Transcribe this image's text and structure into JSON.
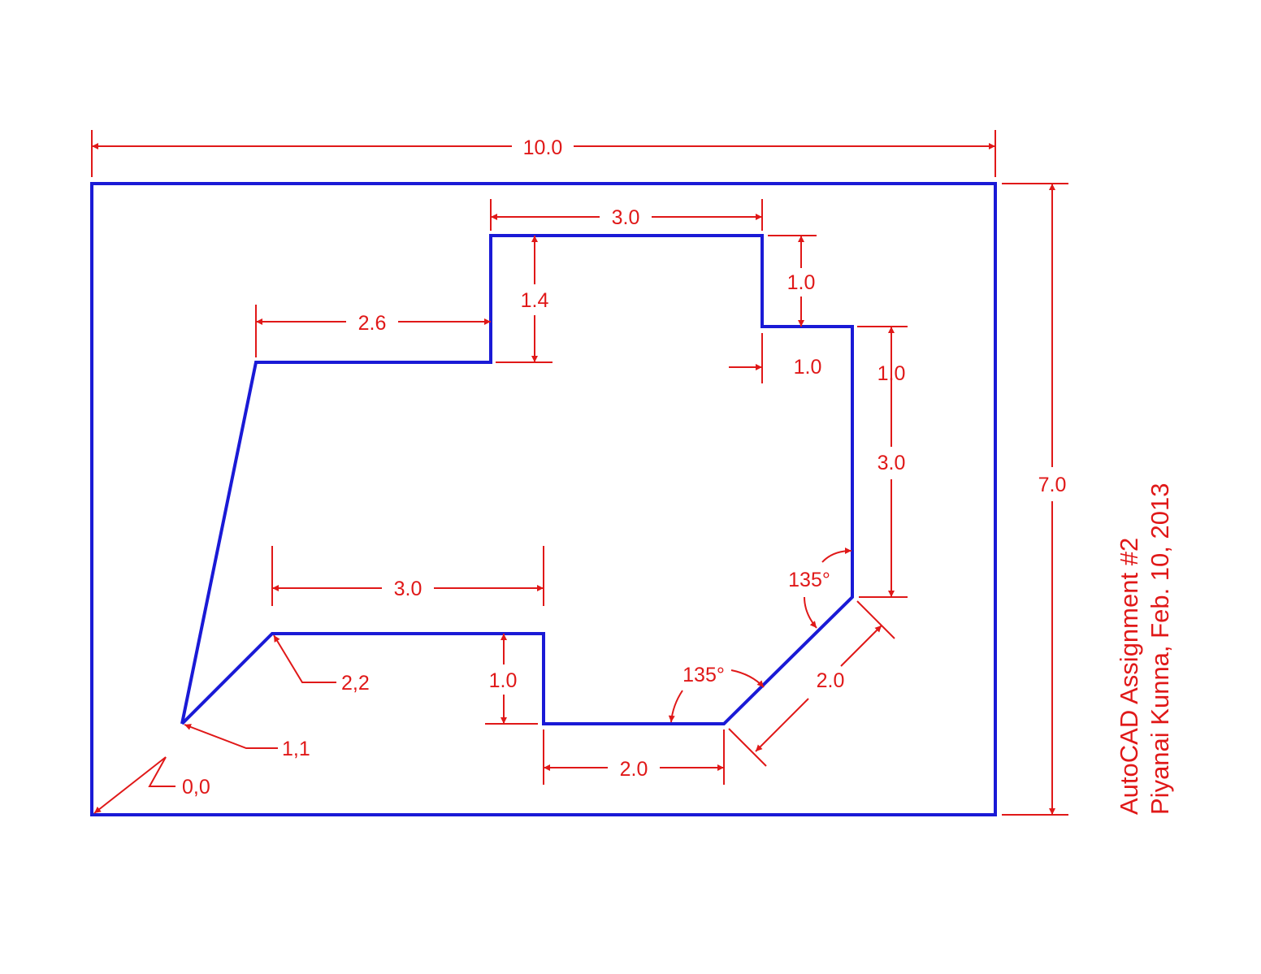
{
  "colors": {
    "object_lines": "#1a1ad6",
    "dimension_lines": "#e01818",
    "background": "#ffffff"
  },
  "dimensions": {
    "overall_width": "10.0",
    "overall_height": "7.0",
    "top_notch_width": "3.0",
    "top_notch_depth": "1.4",
    "upper_left_run": "2.6",
    "right_step_drop": "1.0",
    "right_step_width": "1.0",
    "right_step_overlap": "1.0",
    "right_side_height": "3.0",
    "lower_left_run": "3.0",
    "lower_step_drop": "1.0",
    "bottom_run": "2.0",
    "diagonal_length": "2.0",
    "angle_upper": "135°",
    "angle_lower": "135°"
  },
  "points": {
    "origin": "0,0",
    "p1": "1,1",
    "p2": "2,2"
  },
  "title_block": {
    "line1": "AutoCAD Assignment #2",
    "line2": "Piyanai Kunna, Feb. 10, 2013"
  }
}
